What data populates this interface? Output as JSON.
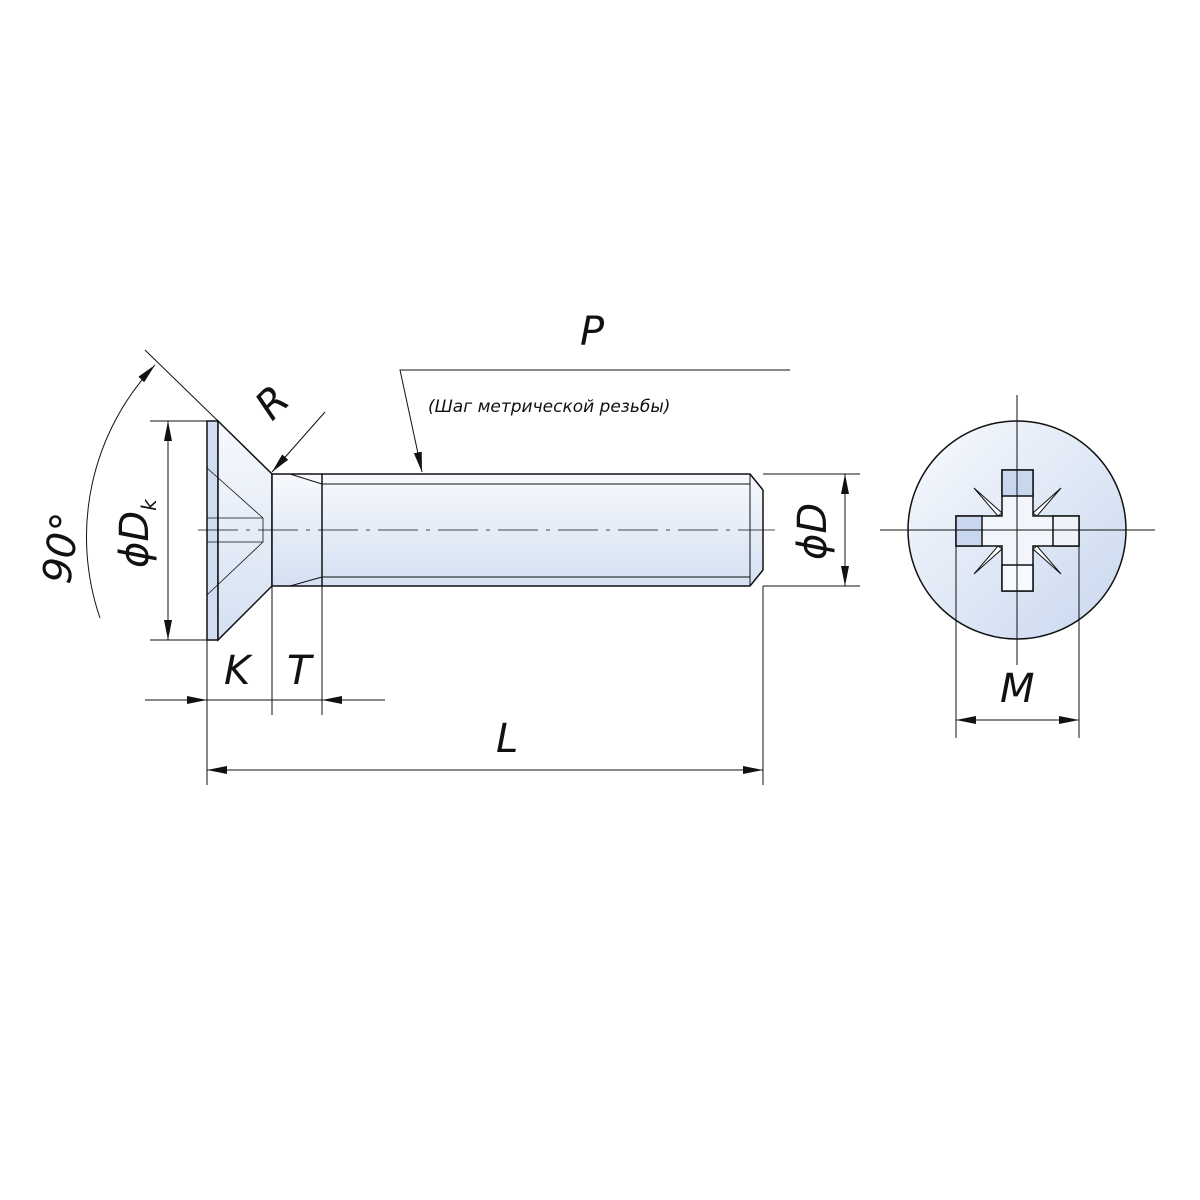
{
  "title": "Countersunk Phillips screw drawing",
  "labels": {
    "angle": "90°",
    "head_diameter": "ϕD",
    "head_diameter_sub": "k",
    "radius": "R",
    "head_height": "K",
    "transition": "T",
    "length": "L",
    "thread_pitch": "P",
    "thread_pitch_note": "(Шаг метрической резьбы)",
    "diameter": "ϕD",
    "recess_size": "M"
  },
  "colors": {
    "fill_light": "#f4f7fc",
    "fill_dark": "#c9d7ee",
    "line": "#111111"
  }
}
